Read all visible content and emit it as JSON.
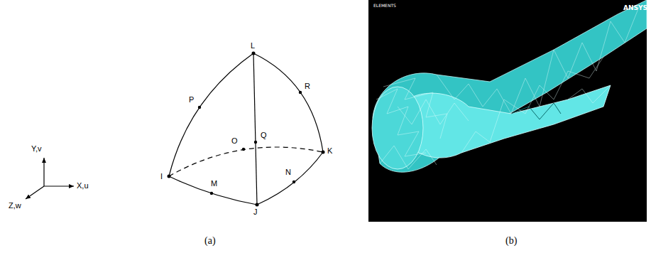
{
  "diagram": {
    "labels": [
      "Y,v",
      "X,u",
      "Z,w",
      "L",
      "P",
      "R",
      "Q",
      "O",
      "K",
      "I",
      "M",
      "N",
      "J",
      "(a)",
      "(b)",
      "ELEMENTS",
      "ANSYS"
    ]
  }
}
